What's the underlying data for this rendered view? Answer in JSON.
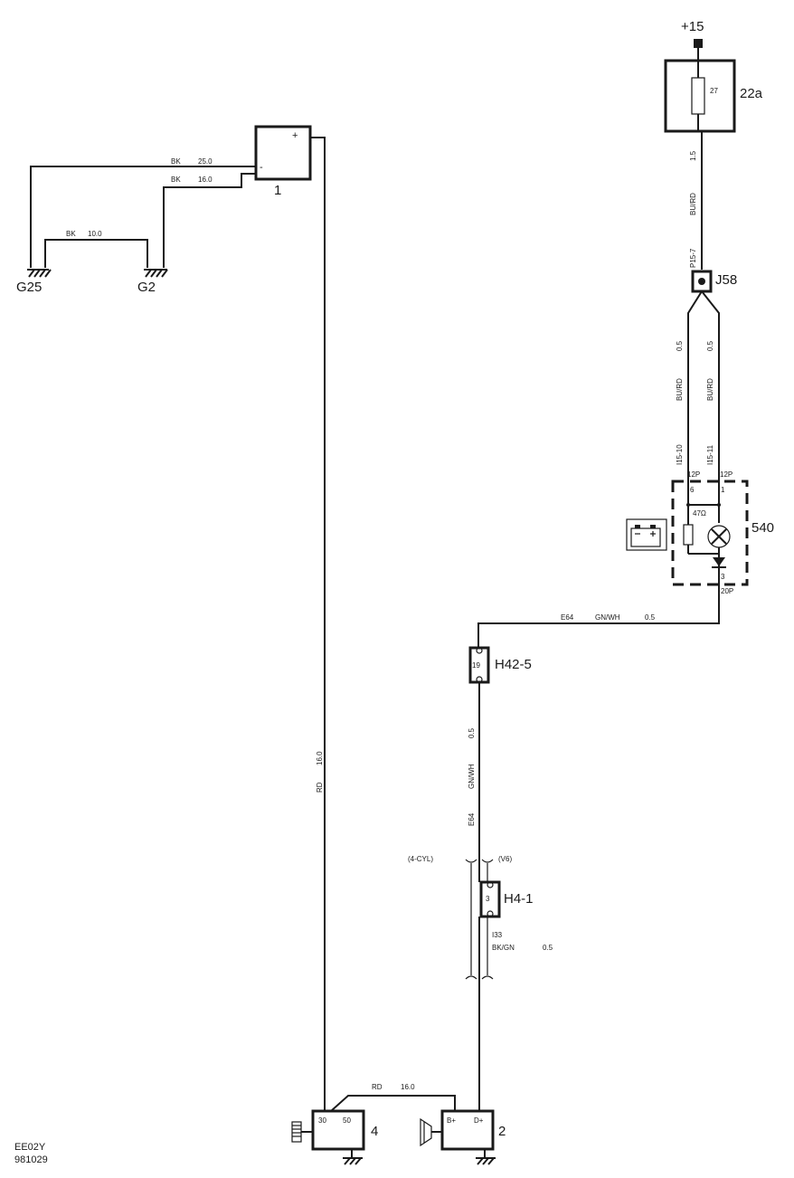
{
  "power": {
    "label": "+15"
  },
  "fuse": {
    "label": "22a",
    "number": "27"
  },
  "battery": {
    "label": "1",
    "plus": "+",
    "minus": "-"
  },
  "grounds": {
    "g25": "G25",
    "g2": "G2"
  },
  "wires": {
    "bat_g25": {
      "color": "BK",
      "size": "25.0"
    },
    "bat_g2": {
      "color": "BK",
      "size": "16.0"
    },
    "g25_g2": {
      "color": "BK",
      "size": "10.0"
    },
    "fuse_j58": {
      "size": "1.5",
      "color": "BU/RD",
      "conn": "P15-7"
    },
    "j58_left": {
      "size": "0.5",
      "color": "BU/RD",
      "conn": "I15-10"
    },
    "j58_right": {
      "size": "0.5",
      "color": "BU/RD",
      "conn": "I15-11"
    },
    "cluster_h42": {
      "id": "E64",
      "color": "GN/WH",
      "size": "0.5"
    },
    "h42_h4": {
      "size": "0.5",
      "color": "GN/WH",
      "id": "E64"
    },
    "h4_alt": {
      "id": "I33",
      "color": "BK/GN",
      "size": "0.5"
    },
    "bat_starter": {
      "color": "RD",
      "size": "16.0"
    },
    "starter_alt": {
      "color": "RD",
      "size": "16.0"
    }
  },
  "splice": {
    "label": "J58"
  },
  "cluster": {
    "label": "540",
    "pin_left_conn": "12P",
    "pin_right_conn": "12P",
    "pin_left": "6",
    "pin_right": "1",
    "resistor": "47Ω",
    "pin_bottom": "3",
    "pin_bottom_conn": "20P"
  },
  "h42": {
    "label": "H42-5",
    "pin": "19"
  },
  "h4": {
    "label": "H4-1",
    "pin": "3",
    "variant_left": "(4-CYL)",
    "variant_right": "(V6)"
  },
  "starter": {
    "label": "4",
    "pin1": "30",
    "pin2": "50"
  },
  "alternator": {
    "label": "2",
    "pin1": "B+",
    "pin2": "D+"
  },
  "footer": {
    "code": "EE02Y",
    "date": "981029"
  }
}
